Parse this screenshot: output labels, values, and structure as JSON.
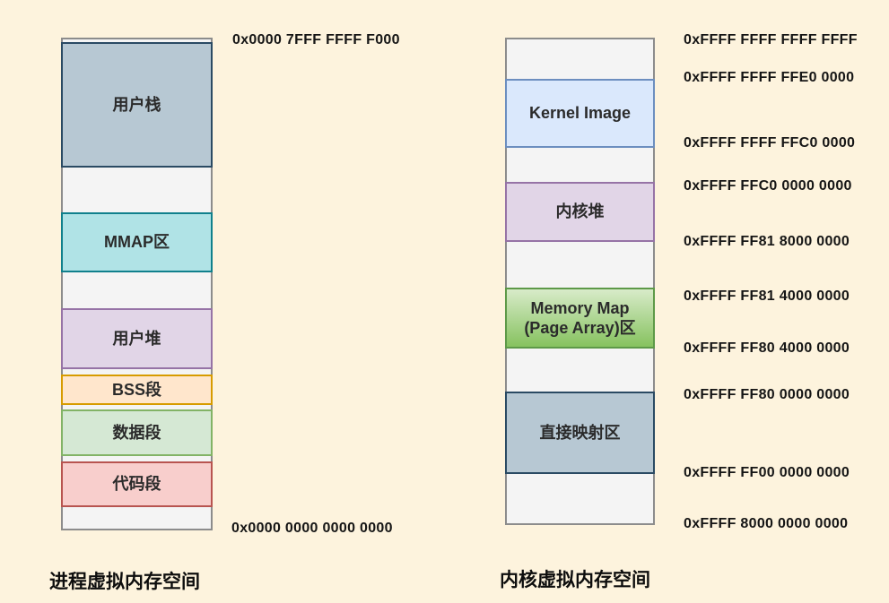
{
  "palette": {
    "background": "#fdf3dd",
    "container_fill": "#f4f4f4",
    "container_border": "#8c8c8c",
    "text": "#151515",
    "blue_gray_fill": "#b7c8d3",
    "blue_gray_border": "#2a4a63",
    "teal_fill": "#b0e3e6",
    "teal_border": "#10808c",
    "purple_fill": "#e1d5e7",
    "purple_border": "#9673a6",
    "orange_fill": "#ffe6cc",
    "orange_border": "#d79b00",
    "green_fill": "#d5e8d4",
    "green_border": "#82b366",
    "red_fill": "#f8cecc",
    "red_border": "#b85450",
    "blue_fill": "#dae8fc",
    "blue_border": "#6c8ebf",
    "gradient_green_top": "#d8ebc9",
    "gradient_green_bottom": "#86c25f",
    "gradient_green_border": "#5d9948"
  },
  "process_space": {
    "title": "进程虚拟内存空间",
    "top_address": "0x0000 7FFF FFFF F000",
    "bottom_address": "0x0000 0000 0000 0000",
    "segments": {
      "user_stack": "用户栈",
      "mmap": "MMAP区",
      "user_heap": "用户堆",
      "bss": "BSS段",
      "data": "数据段",
      "code": "代码段"
    }
  },
  "kernel_space": {
    "title": "内核虚拟内存空间",
    "segments": {
      "kernel_image": "Kernel Image",
      "kernel_heap": "内核堆",
      "memory_map_line1": "Memory Map",
      "memory_map_line2": "(Page Array)区",
      "direct_map": "直接映射区"
    },
    "addresses": [
      "0xFFFF FFFF FFFF FFFF",
      "0xFFFF FFFF FFE0 0000",
      "0xFFFF FFFF FFC0 0000",
      "0xFFFF FFC0 0000 0000",
      "0xFFFF FF81 8000 0000",
      "0xFFFF FF81 4000 0000",
      "0xFFFF FF80 4000 0000",
      "0xFFFF FF80 0000 0000",
      "0xFFFF FF00 0000 0000",
      "0xFFFF 8000 0000 0000"
    ]
  }
}
